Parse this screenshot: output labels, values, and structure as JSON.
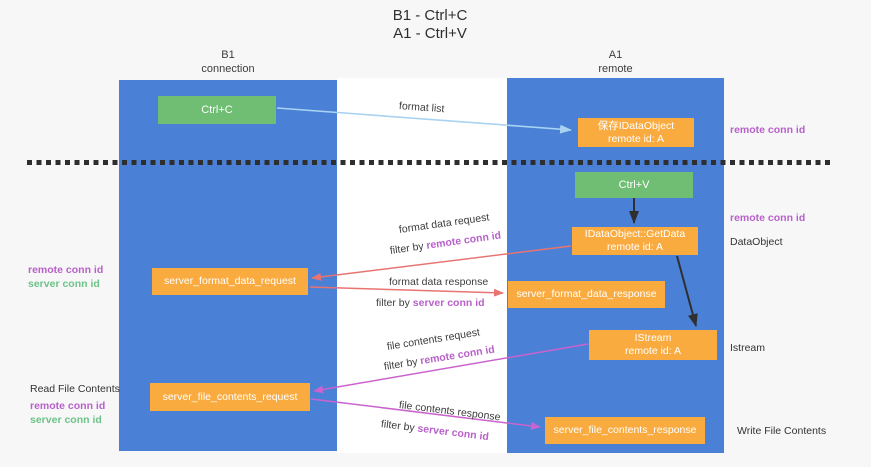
{
  "title": {
    "line1": "B1 - Ctrl+C",
    "line2": "A1 - Ctrl+V"
  },
  "columns": {
    "left": {
      "title": "B1",
      "subtitle": "connection"
    },
    "right": {
      "title": "A1",
      "subtitle": "remote"
    }
  },
  "nodes": {
    "ctrl_c": "Ctrl+C",
    "ctrl_v": "Ctrl+V",
    "save_idataobject": {
      "line1": "保存IDataObject",
      "line2": "remote id: A"
    },
    "idataobject_getdata": {
      "line1": "IDataObject::GetData",
      "line2": "remote id: A"
    },
    "istream": {
      "line1": "IStream",
      "line2": "remote id: A"
    },
    "server_format_data_request": "server_format_data_request",
    "server_format_data_response": "server_format_data_response",
    "server_file_contents_request": "server_file_contents_request",
    "server_file_contents_response": "server_file_contents_response"
  },
  "edge_labels": {
    "format_list": "format list",
    "format_data_request": "format data request",
    "format_data_response": "format data response",
    "file_contents_request": "file contents request",
    "file_contents_response": "file contents response",
    "filter_by": "filter by",
    "remote_conn_id": "remote conn id",
    "server_conn_id": "server conn id"
  },
  "side_labels": {
    "remote_conn_id_top": "remote conn id",
    "remote_conn_id_mid": "remote conn id",
    "dataobject": "DataObject",
    "istream": "Istream",
    "write_file_contents": "Write File Contents",
    "left_remote_conn_id": "remote conn id",
    "left_server_conn_id": "server conn id",
    "read_file_contents": "Read File Contents",
    "read_remote_conn_id": "remote conn id",
    "read_server_conn_id": "server conn id"
  },
  "colors": {
    "column_blue": "#4A80D6",
    "node_orange": "#F9AB40",
    "node_green": "#6FBE74",
    "purple_text": "#B761C9",
    "green_text": "#6DC287",
    "arrow_light_blue": "#A9D3F1",
    "arrow_red": "#E87472",
    "arrow_magenta": "#CB63CE",
    "arrow_black": "#2F2F2F",
    "background": "#F7F7F8",
    "lane_gap_white": "#FFFFFF"
  }
}
